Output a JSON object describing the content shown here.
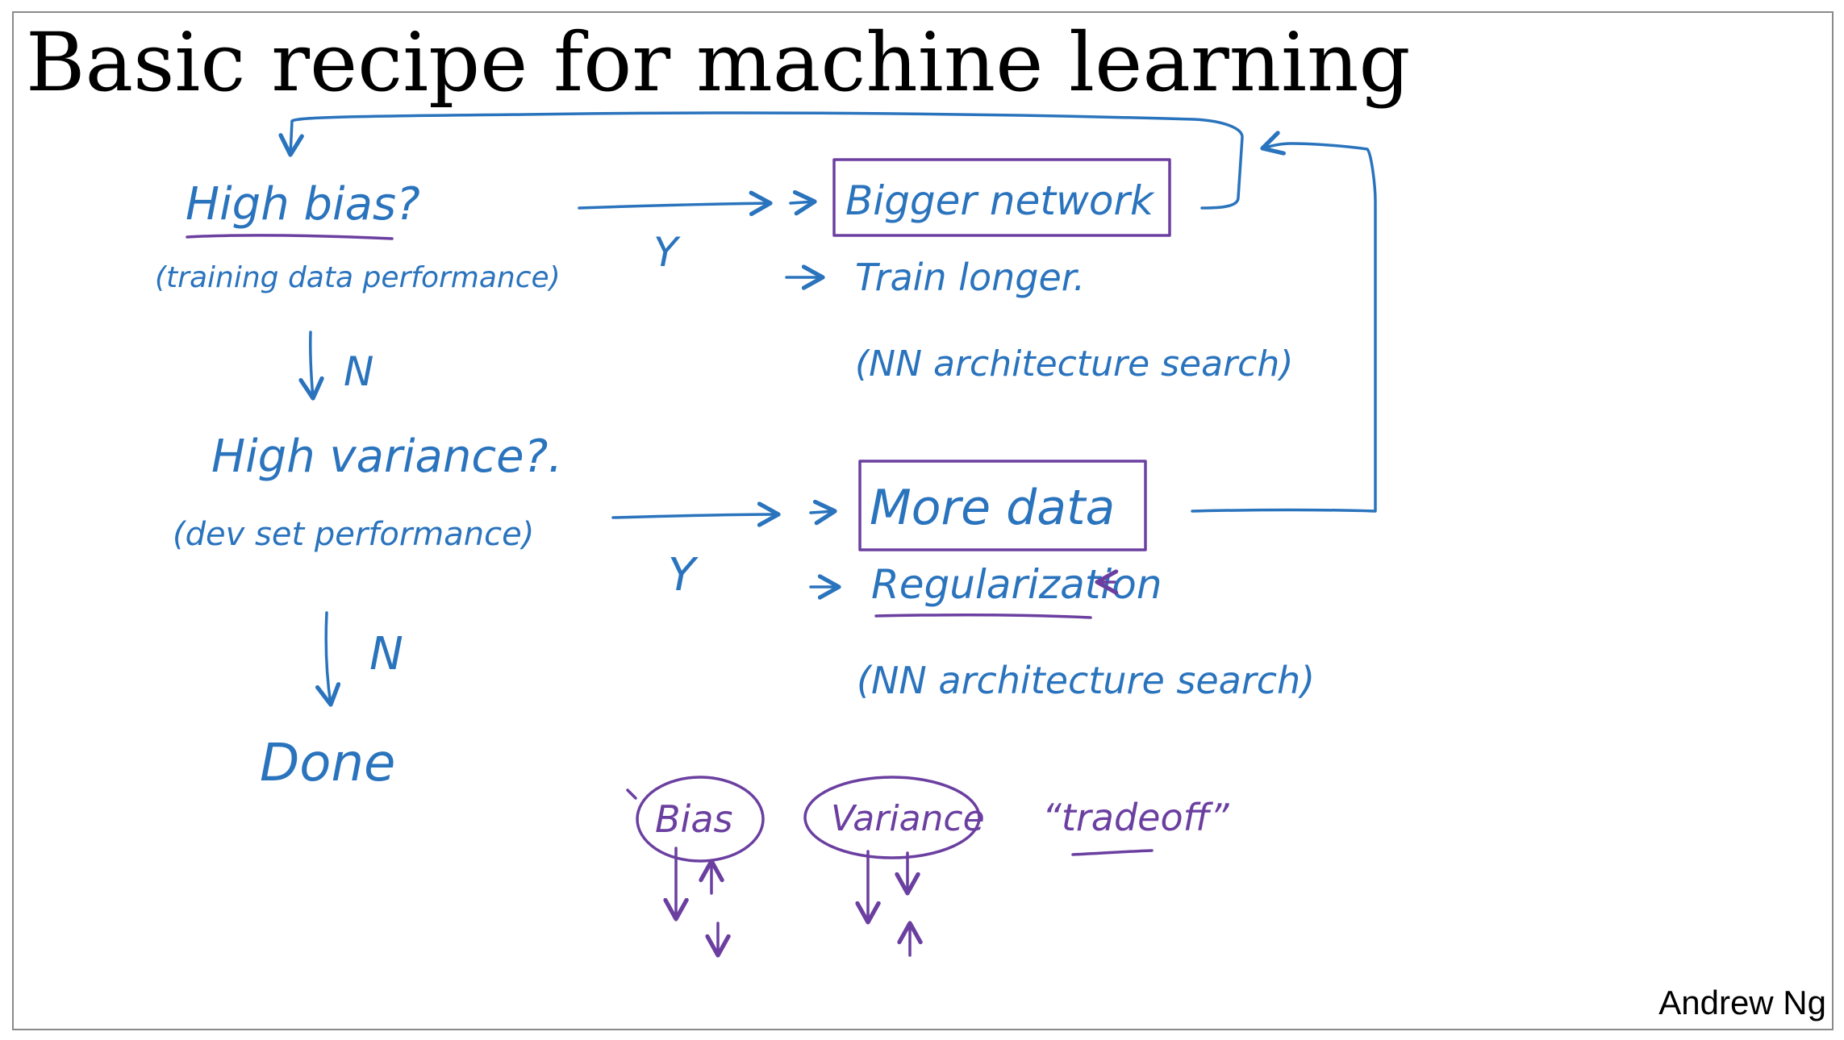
{
  "slide": {
    "title": "Basic recipe for machine learning",
    "author": "Andrew Ng"
  },
  "diagram": {
    "high_bias": {
      "question": "High bias?",
      "subtext": "(training data performance)",
      "yes_label": "Y",
      "no_label": "N"
    },
    "high_bias_fixes": {
      "fix_1": "Bigger network",
      "fix_2": "Train longer.",
      "fix_3": "(NN architecture search)"
    },
    "high_variance": {
      "question": "High variance?.",
      "subtext": "(dev set performance)",
      "yes_label": "Y",
      "no_label": "N"
    },
    "high_variance_fixes": {
      "fix_1": "More data",
      "fix_2": "Regularization",
      "fix_3": "(NN architecture search)"
    },
    "done_label": "Done",
    "tradeoff": {
      "bias_label": "Bias",
      "variance_label": "Variance",
      "tradeoff_label": "“tradeoff”"
    }
  },
  "colors": {
    "ink_blue": "#2a73bd",
    "ink_purple": "#6b3fa0",
    "frame": "#8a8a8a",
    "text": "#000000"
  }
}
